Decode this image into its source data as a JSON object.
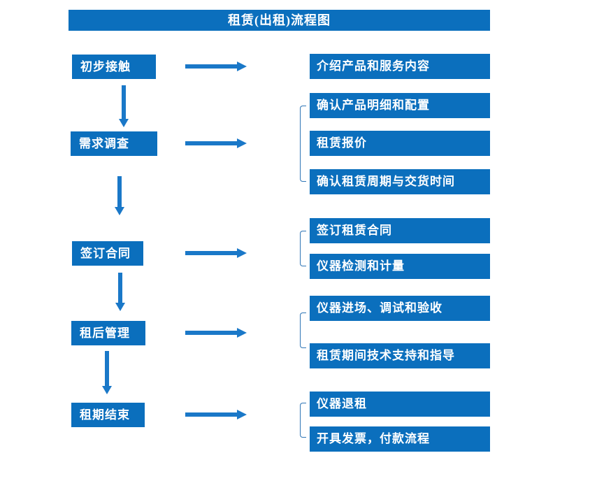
{
  "title": "租赁(出租)流程图",
  "colors": {
    "box_blue": "#0b6fbd",
    "arrow_blue": "#1a78c8",
    "bracket_blue": "#2e75b6",
    "text_white": "#ffffff",
    "background": "#ffffff"
  },
  "flow": {
    "steps": [
      {
        "label": "初步接触",
        "details": [
          "介绍产品和服务内容"
        ]
      },
      {
        "label": "需求调查",
        "details": [
          "确认产品明细和配置",
          "租赁报价",
          "确认租赁周期与交货时间"
        ]
      },
      {
        "label": "签订合同",
        "details": [
          "签订租赁合同",
          "仪器检测和计量"
        ]
      },
      {
        "label": "租后管理",
        "details": [
          "仪器进场、调试和验收",
          "租赁期间技术支持和指导"
        ]
      },
      {
        "label": "租期结束",
        "details": [
          "仪器退租",
          "开具发票，付款流程"
        ]
      }
    ]
  }
}
